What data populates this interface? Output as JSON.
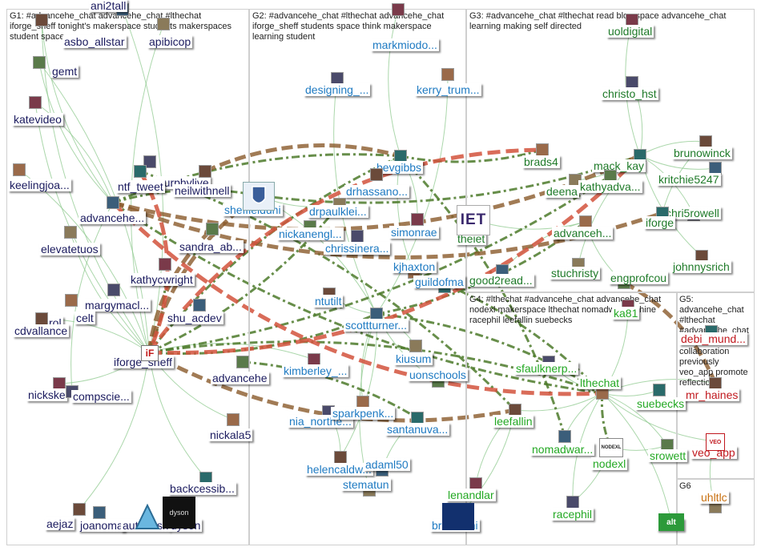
{
  "groups": [
    {
      "id": "G1",
      "text": "G1: #advancehe_chat advancehe_chat #lthechat\niforge_sheff tonight's makerspace students makerspaces\nstudent space"
    },
    {
      "id": "G2",
      "text": "G2: #advancehe_chat #lthechat advancehe_chat\niforge_sheff students space think makerspace\nlearning student"
    },
    {
      "id": "G3",
      "text": "G3: #advancehe_chat #lthechat read blog space advancehe_chat\nlearning making self directed"
    },
    {
      "id": "G4",
      "text": "G4: #lthechat #advancehe_chat advancehe_chat\nnodexl makerspace lthechat nomadwarmachine\nracephil leefallin suebecks"
    },
    {
      "id": "G5",
      "text": "G5:\nadvancehe_chat\n#lthechat\n#advancehe_chat\na3 used\ncollaboration\npreviously\nveo_app promote\nreflection"
    },
    {
      "id": "G6",
      "text": "G6"
    }
  ],
  "colors": {
    "g1": "#1a1a5e",
    "g2": "#1e7ac2",
    "g3": "#1e7a28",
    "g4": "#23a823",
    "g5": "#c0181e",
    "g6": "#c87010",
    "edge_light": "#8fc98f",
    "edge_dark": "#4c7a2a",
    "edge_red": "#d2523c",
    "edge_brown": "#8a5a2a"
  },
  "nodes": [
    {
      "id": "asbo_allstar",
      "g": "g1"
    },
    {
      "id": "ani2tall",
      "g": "g1"
    },
    {
      "id": "apibicop",
      "g": "g1"
    },
    {
      "id": "gemt",
      "g": "g1"
    },
    {
      "id": "katevideo",
      "g": "g1"
    },
    {
      "id": "murphylive",
      "g": "g1"
    },
    {
      "id": "keelingjoa...",
      "g": "g1"
    },
    {
      "id": "ntf_tweet",
      "g": "g1"
    },
    {
      "id": "neilwithnell",
      "g": "g1"
    },
    {
      "id": "advancehe...",
      "g": "g1"
    },
    {
      "id": "elevatetuos",
      "g": "g1"
    },
    {
      "id": "sandra_ab...",
      "g": "g1"
    },
    {
      "id": "kathycwright",
      "g": "g1"
    },
    {
      "id": "margymacl...",
      "g": "g1"
    },
    {
      "id": "celt",
      "g": "g1"
    },
    {
      "id": "rol",
      "g": "g1"
    },
    {
      "id": "cdvallance",
      "g": "g1"
    },
    {
      "id": "shu_acdev",
      "g": "g1"
    },
    {
      "id": "iforge_sheff",
      "g": "g1"
    },
    {
      "id": "advancehe",
      "g": "g1"
    },
    {
      "id": "nickske",
      "g": "g1"
    },
    {
      "id": "compscie...",
      "g": "g1"
    },
    {
      "id": "nickala5",
      "g": "g1"
    },
    {
      "id": "backcessib...",
      "g": "g1"
    },
    {
      "id": "aejaz",
      "g": "g1"
    },
    {
      "id": "joanoma",
      "g": "g1"
    },
    {
      "id": "autodesk",
      "g": "g1"
    },
    {
      "id": "dyson",
      "g": "g1"
    },
    {
      "id": "markmiodo...",
      "g": "g2"
    },
    {
      "id": "designing_...",
      "g": "g2"
    },
    {
      "id": "kerry_trum...",
      "g": "g2"
    },
    {
      "id": "bevgibbs",
      "g": "g2"
    },
    {
      "id": "drhassano...",
      "g": "g2"
    },
    {
      "id": "sheffielduni",
      "g": "g2"
    },
    {
      "id": "drpaulklei...",
      "g": "g2"
    },
    {
      "id": "nickanengl...",
      "g": "g2"
    },
    {
      "id": "simonrae",
      "g": "g2"
    },
    {
      "id": "chrissinera...",
      "g": "g2"
    },
    {
      "id": "kjhaxton",
      "g": "g2"
    },
    {
      "id": "guildofma",
      "g": "g2"
    },
    {
      "id": "ntutilt",
      "g": "g2"
    },
    {
      "id": "scottturner...",
      "g": "g2"
    },
    {
      "id": "kiusum",
      "g": "g2"
    },
    {
      "id": "uonschools",
      "g": "g2"
    },
    {
      "id": "kimberley_...",
      "g": "g2"
    },
    {
      "id": "nia_northe...",
      "g": "g2"
    },
    {
      "id": "sparkpenk...",
      "g": "g2"
    },
    {
      "id": "santanuva...",
      "g": "g2"
    },
    {
      "id": "helencaldw...",
      "g": "g2"
    },
    {
      "id": "adaml50",
      "g": "g2"
    },
    {
      "id": "stematun",
      "g": "g2"
    },
    {
      "id": "bruneluni",
      "g": "g2"
    },
    {
      "id": "uoldigital",
      "g": "g3"
    },
    {
      "id": "christo_hst",
      "g": "g3"
    },
    {
      "id": "brads4",
      "g": "g3"
    },
    {
      "id": "mack_kay",
      "g": "g3"
    },
    {
      "id": "brunowinck",
      "g": "g3"
    },
    {
      "id": "kritchie5247",
      "g": "g3"
    },
    {
      "id": "deena",
      "g": "g3"
    },
    {
      "id": "kathyadva...",
      "g": "g3"
    },
    {
      "id": "theiet",
      "g": "g3"
    },
    {
      "id": "chri5rowell",
      "g": "g3"
    },
    {
      "id": "advanceh...",
      "g": "g3"
    },
    {
      "id": "iforge",
      "g": "g3"
    },
    {
      "id": "johnnysrich",
      "g": "g3"
    },
    {
      "id": "good2read...",
      "g": "g3"
    },
    {
      "id": "stuchristy",
      "g": "g3"
    },
    {
      "id": "engprofcou",
      "g": "g3"
    },
    {
      "id": "ka81",
      "g": "g4"
    },
    {
      "id": "sfaulknerp...",
      "g": "g4"
    },
    {
      "id": "lthechat",
      "g": "g4"
    },
    {
      "id": "suebecks",
      "g": "g4"
    },
    {
      "id": "leefallin",
      "g": "g4"
    },
    {
      "id": "nomadwar...",
      "g": "g4"
    },
    {
      "id": "nodexl",
      "g": "g4"
    },
    {
      "id": "srowett",
      "g": "g4"
    },
    {
      "id": "lenandlar",
      "g": "g4"
    },
    {
      "id": "racephil",
      "g": "g4"
    },
    {
      "id": "a_l_t",
      "g": "g4"
    },
    {
      "id": "debi_mund...",
      "g": "g5"
    },
    {
      "id": "mr_haines",
      "g": "g5"
    },
    {
      "id": "veo_app",
      "g": "g5"
    },
    {
      "id": "uhltlc",
      "g": "g6"
    }
  ],
  "logos": {
    "iet": "IET",
    "nodexl": "NODEXL",
    "veo": "VEO",
    "dyson": "dyson",
    "alt": "alt",
    "iforge": "iF"
  }
}
